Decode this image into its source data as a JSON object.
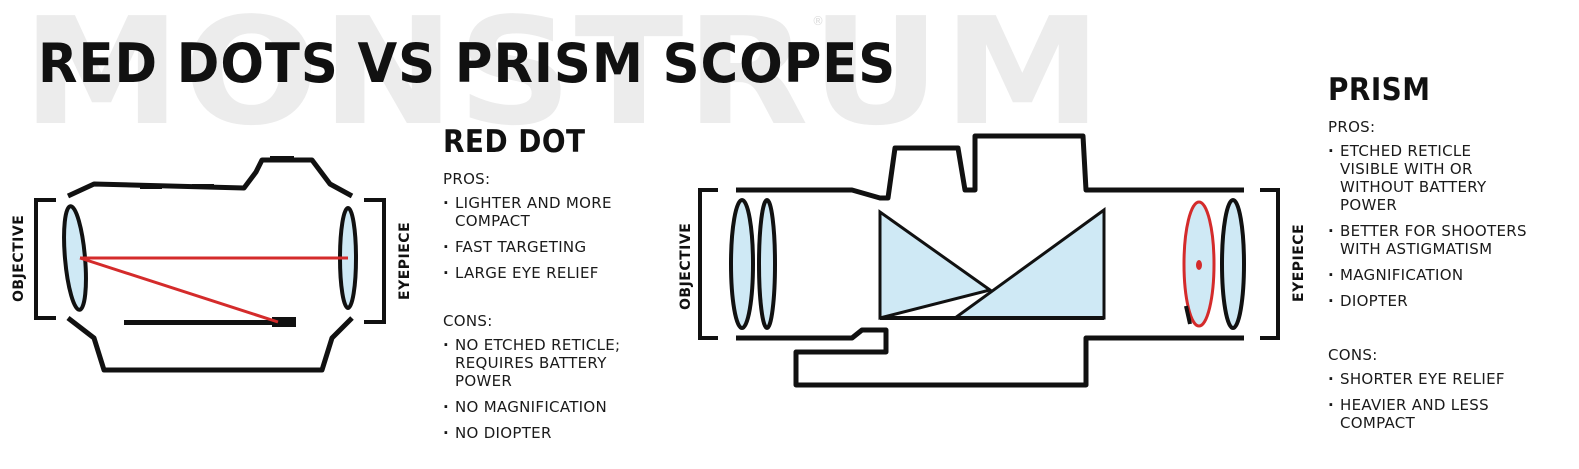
{
  "watermark": "MONSTRUM",
  "trademark": "®",
  "title": "RED DOTS VS PRISM SCOPES",
  "diagram_labels": {
    "objective": "OBJECTIVE",
    "eyepiece": "EYEPIECE"
  },
  "colors": {
    "lens_fill": "#cfe9f5",
    "reticle_red": "#d42b2b",
    "outline": "#111111",
    "watermark": "#ececec"
  },
  "red_dot": {
    "heading": "RED DOT",
    "pros_label": "PROS:",
    "pros": [
      "LIGHTER AND MORE\nCOMPACT",
      "FAST TARGETING",
      "LARGE EYE RELIEF"
    ],
    "cons_label": "CONS:",
    "cons": [
      "NO ETCHED RETICLE;\nREQUIRES BATTERY\nPOWER",
      "NO MAGNIFICATION",
      "NO DIOPTER"
    ]
  },
  "prism": {
    "heading": "PRISM",
    "pros_label": "PROS:",
    "pros": [
      "ETCHED RETICLE\nVISIBLE WITH OR\nWITHOUT BATTERY\nPOWER",
      "BETTER FOR SHOOTERS\nWITH ASTIGMATISM",
      "MAGNIFICATION",
      "DIOPTER"
    ],
    "cons_label": "CONS:",
    "cons": [
      "SHORTER EYE RELIEF",
      "HEAVIER AND LESS\nCOMPACT"
    ]
  }
}
